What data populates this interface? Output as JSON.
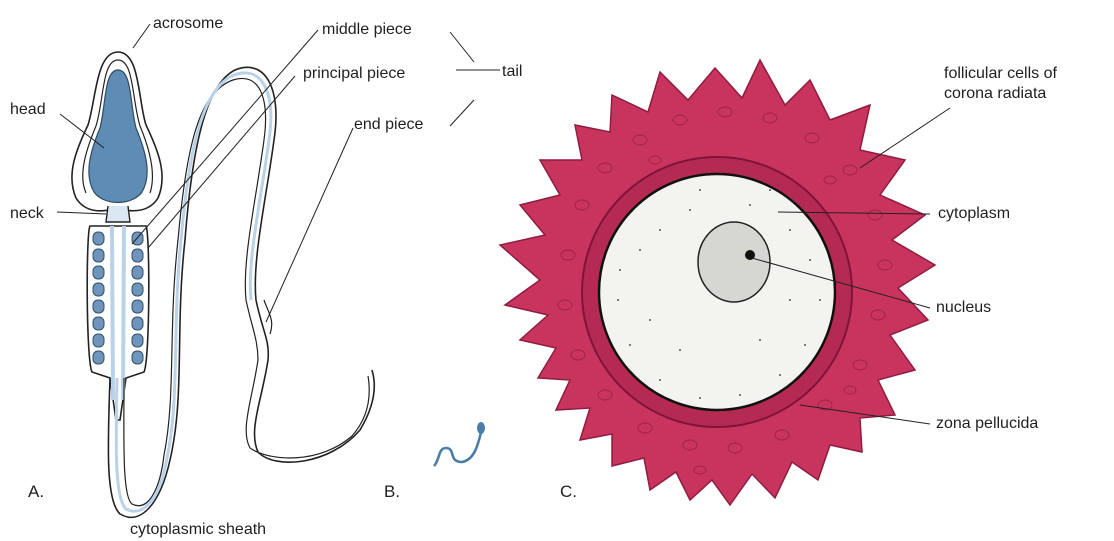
{
  "figure": {
    "panel_labels": [
      "A.",
      "B.",
      "C."
    ],
    "sperm_labels": {
      "acrosome": "acrosome",
      "head": "head",
      "neck": "neck",
      "middle_piece": "middle piece",
      "principal_piece": "principal piece",
      "end_piece": "end piece",
      "tail": "tail",
      "cytoplasmic_sheath": "cytoplasmic sheath"
    },
    "oocyte_labels": {
      "follicular_cells": [
        "follicular cells of",
        "corona radiata"
      ],
      "cytoplasm": "cytoplasm",
      "nucleus": "nucleus",
      "zona_pellucida": "zona pellucida"
    },
    "colors": {
      "sperm_blue": "#5f8cb4",
      "tail_blue": "#b9d2e8",
      "corona_magenta": "#c9345f",
      "corona_dark": "#8f1c40",
      "cytoplasm_fill": "#f3f3ef"
    }
  }
}
